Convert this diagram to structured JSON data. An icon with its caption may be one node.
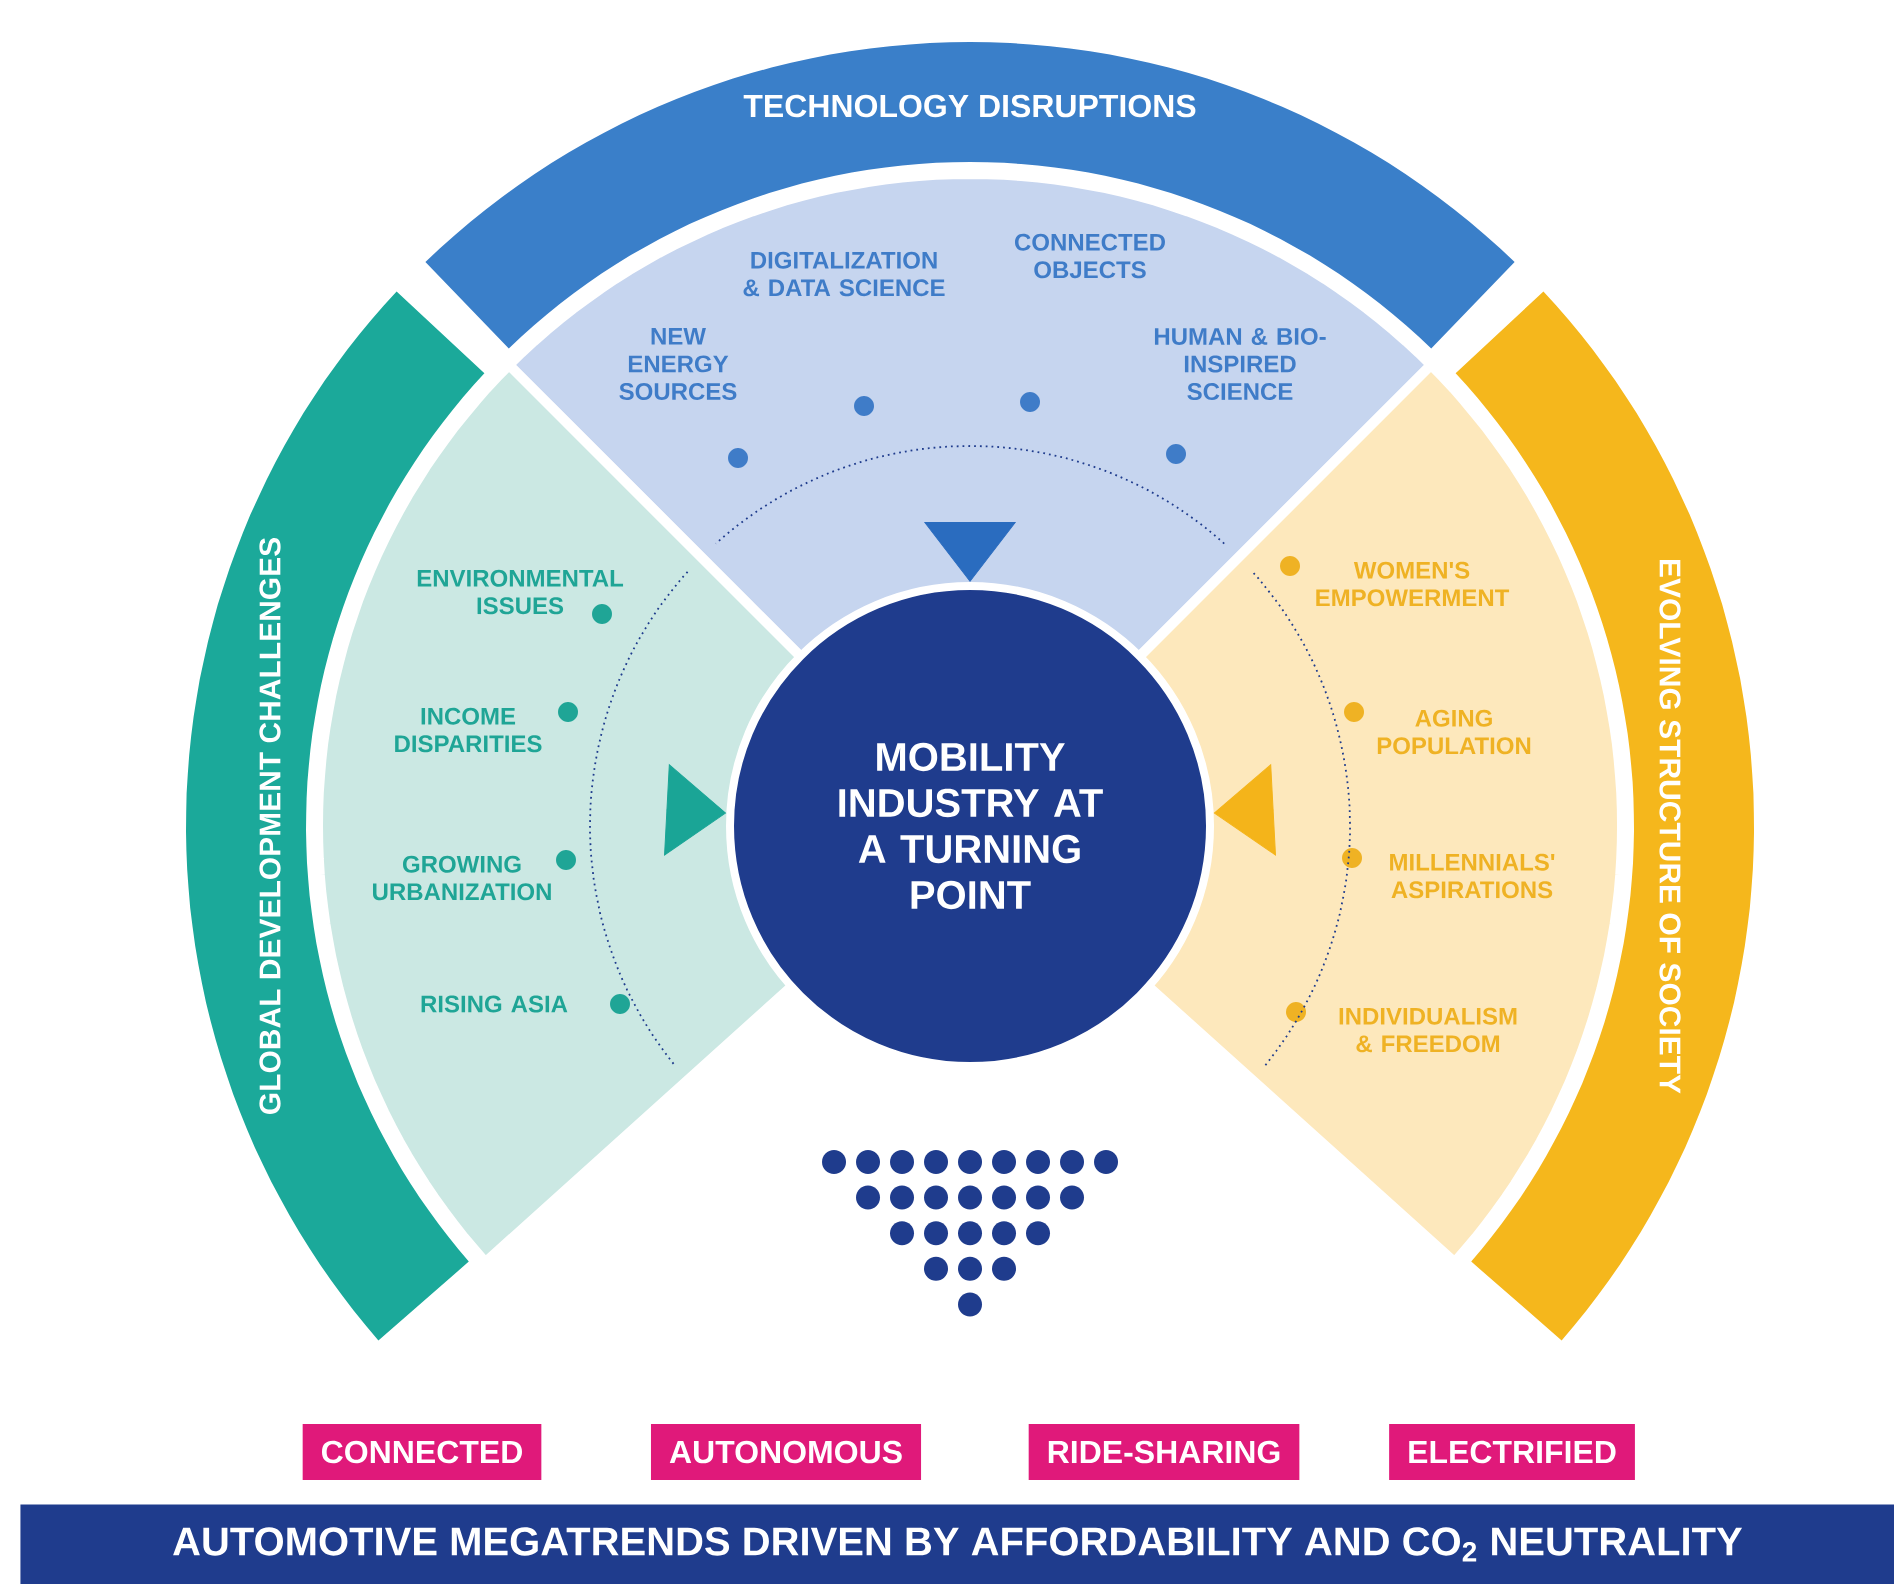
{
  "diagram": {
    "nodes": [
      {
        "text": [
          "TECHNOLOGY DISRUPTIONS"
        ]
      },
      {
        "text": [
          "NEW ENERGY SOURCES",
          "DIGITALIZATION & DATA SCIENCE",
          "CONNECTED OBJECTS",
          "HUMAN & BIO-INSPIRED SCIENCE"
        ]
      },
      {
        "text": [
          "GLOBAL DEVELOPMENT CHALLENGES"
        ]
      },
      {
        "text": [
          "ENVIRONMENTAL ISSUES",
          "INCOME DISPARITIES",
          "GROWING URBANIZATION",
          "RISING ASIA"
        ]
      },
      {
        "text": [
          "MOBILITY INDUSTRY AT A TURNING POINT"
        ]
      },
      {
        "text": [
          "WOMEN'S EMPOWERMENT",
          "AGING POPULATION",
          "MILLENNIALS' ASPIRATIONS",
          "INDIVIDUALISM & FREEDOM"
        ]
      },
      {
        "text": [
          "EVOLVING STRUCTURE OF SOCIETY"
        ]
      },
      {
        "text": [
          "CONNECTED"
        ]
      },
      {
        "text": [
          "AUTONOMOUS"
        ]
      },
      {
        "text": [
          "RIDE-SHARING"
        ]
      },
      {
        "text": [
          "ELECTRIFIED"
        ]
      },
      {
        "text": [
          "AUTOMOTIVE MEGATRENDS DRIVEN BY AFFORDABILITY AND CO$_{2}$ NEUTRALITY"
        ]
      }
    ],
    "edges": [
      {
        "from": 1,
        "to": 4,
        "arrow": "to",
        "color": "#2a6cbf"
      },
      {
        "from": 3,
        "to": 4,
        "arrow": "to",
        "color": "#1aa596"
      },
      {
        "from": 5,
        "to": 4,
        "arrow": "to",
        "color": "#f4b41a"
      }
    ]
  }
}
